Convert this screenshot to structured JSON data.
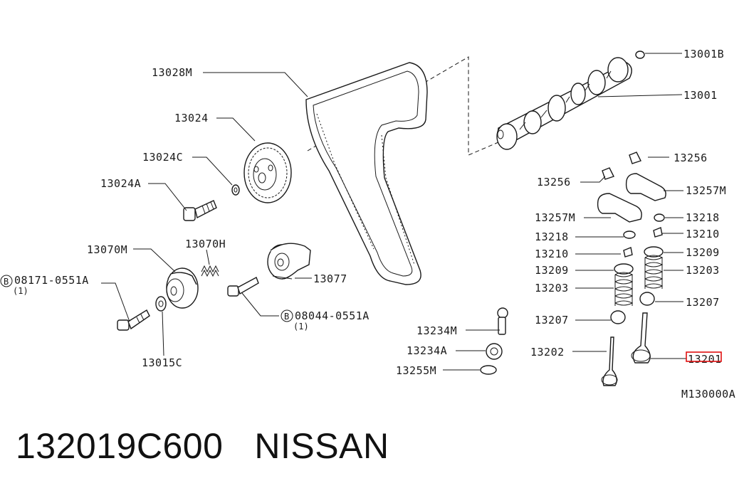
{
  "labels": {
    "l13001B": "13001B",
    "l13001": "13001",
    "l13028M": "13028M",
    "l13024": "13024",
    "l13024C": "13024C",
    "l13024A": "13024A",
    "l13256a": "13256",
    "l13256b": "13256",
    "l13257Ma": "13257M",
    "l13257Mb": "13257M",
    "l13218a": "13218",
    "l13218b": "13218",
    "l13210a": "13210",
    "l13210b": "13210",
    "l13209a": "13209",
    "l13209b": "13209",
    "l13203a": "13203",
    "l13203b": "13203",
    "l13207a": "13207",
    "l13207b": "13207",
    "l13202": "13202",
    "l13201": "13201",
    "l13070M": "13070M",
    "l13070H": "13070H",
    "l13077": "13077",
    "l08171": "08171-0551A",
    "l08171qty": "(1)",
    "l08044": "08044-0551A",
    "l08044qty": "(1)",
    "l13015C": "13015C",
    "l13234M": "13234M",
    "l13234A": "13234A",
    "l13255M": "13255M",
    "bolt_marker": "B",
    "diagram_code": "M130000A"
  },
  "footer": {
    "part_number": "132019C600",
    "brand": "NISSAN"
  },
  "colors": {
    "line": "#1a1a1a",
    "highlight": "#e01010",
    "background": "#ffffff"
  }
}
